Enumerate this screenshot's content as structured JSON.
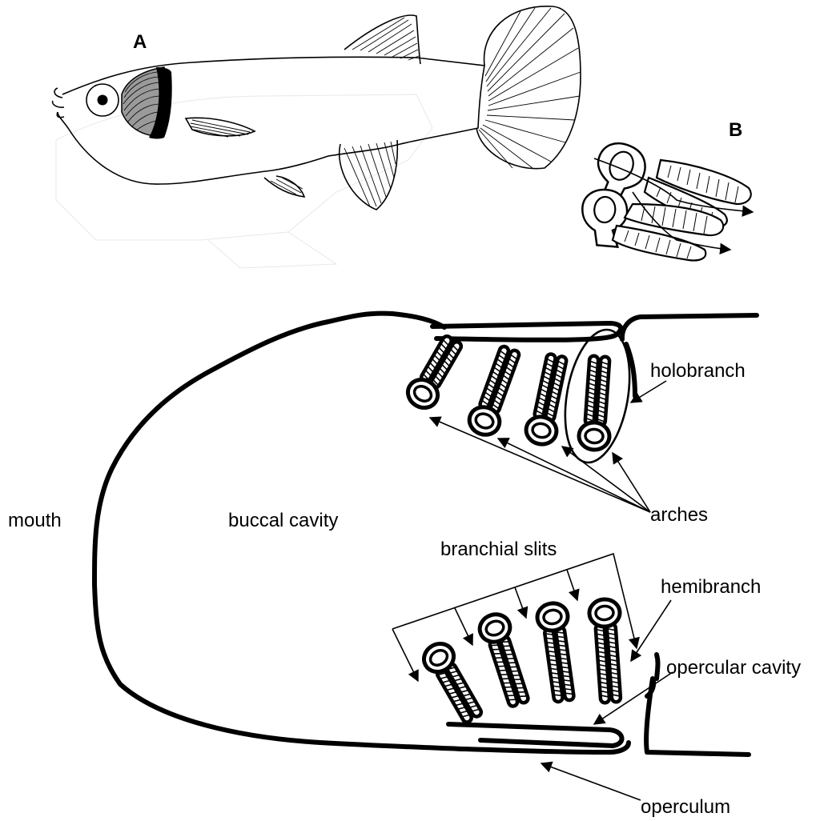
{
  "panels": {
    "a": "A",
    "b": "B"
  },
  "labels": {
    "holobranch": "holobranch",
    "mouth": "mouth",
    "buccal_cavity": "buccal cavity",
    "arches": "arches",
    "branchial_slits": "branchial slits",
    "hemibranch": "hemibranch",
    "opercular_cavity": "opercular cavity",
    "operculum": "operculum"
  }
}
